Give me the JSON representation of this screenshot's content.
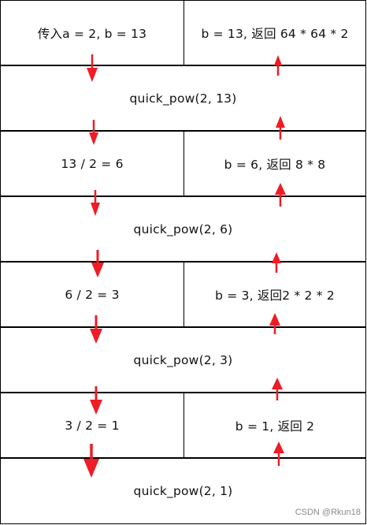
{
  "rows": [
    {
      "type": "split",
      "left": "传入a = 2, b = 13",
      "right": "b = 13, 返回 64 * 64 * 2"
    },
    {
      "type": "full",
      "text": "quick_pow(2, 13)"
    },
    {
      "type": "split",
      "left": "13 / 2 = 6",
      "right": "b = 6, 返回 8 * 8"
    },
    {
      "type": "full",
      "text": "quick_pow(2, 6)"
    },
    {
      "type": "split",
      "left": "6 / 2 = 3",
      "right": "b = 3, 返回2 * 2 * 2"
    },
    {
      "type": "full",
      "text": "quick_pow(2, 3)"
    },
    {
      "type": "split",
      "left": "3 / 2 = 1",
      "right": "b = 1, 返回 2"
    },
    {
      "type": "full",
      "text": "quick_pow(2, 1)"
    }
  ],
  "arrow_color": "#ee1c25",
  "watermark": "CSDN @Rkun18"
}
